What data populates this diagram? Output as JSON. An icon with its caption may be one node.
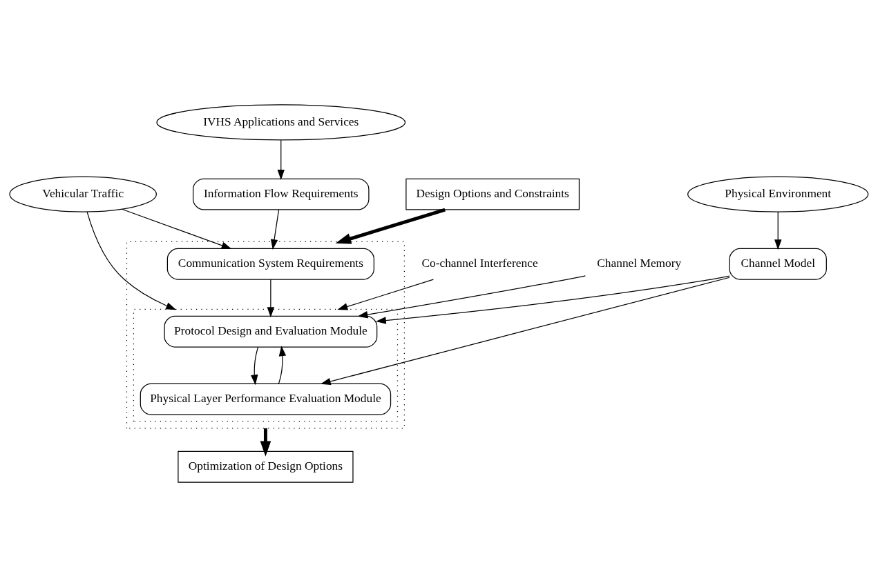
{
  "diagram": {
    "nodes": [
      {
        "text": [
          "Vehicular Traffic"
        ]
      },
      {
        "text": [
          "IVHS Applications and Services"
        ]
      },
      {
        "text": [],
        "shape": "box"
      },
      {
        "text": [
          "Communication System Requirements"
        ],
        "in": 2
      },
      {
        "text": [
          "Information Flow Requirements"
        ]
      },
      {
        "text": [],
        "shape": "box",
        "in": 2
      },
      {
        "text": [
          "Protocol Design and Evaluation Module"
        ],
        "in": 5
      },
      {
        "text": [
          "Physical Layer Performance Evaluation Module"
        ],
        "in": 5
      },
      {
        "text": [
          "Co-channel Interference"
        ]
      },
      {
        "text": [
          "Design Options and Constraints"
        ]
      },
      {
        "text": [
          "Channel Memory"
        ]
      },
      {
        "text": [
          "Channel Model"
        ]
      },
      {
        "text": [
          "Physical Environment"
        ]
      },
      {
        "text": [
          "Optimization of Design Options"
        ]
      }
    ],
    "edges": [
      {
        "from": 0,
        "to": 3,
        "arrow": "to"
      },
      {
        "from": 1,
        "to": 4,
        "arrow": "to"
      },
      {
        "from": 4,
        "to": 3,
        "arrow": "to"
      },
      {
        "from": 3,
        "to": 6,
        "arrow": "to"
      },
      {
        "from": 0,
        "to": 5,
        "arrow": "to"
      },
      {
        "from": 8,
        "to": 5,
        "arrow": "to"
      },
      {
        "from": 9,
        "to": 2,
        "arrow": "to",
        "style": "thick"
      },
      {
        "from": 10,
        "to": 6,
        "arrow": "to"
      },
      {
        "from": 11,
        "to": 6,
        "arrow": "to"
      },
      {
        "from": 11,
        "to": 7,
        "arrow": "to"
      },
      {
        "from": 6,
        "to": 7,
        "arrow": "to"
      },
      {
        "from": 7,
        "to": 6,
        "arrow": "to"
      },
      {
        "from": 12,
        "to": 11,
        "arrow": "to"
      },
      {
        "from": 2,
        "to": 13,
        "arrow": "to",
        "style": "thick"
      }
    ]
  }
}
